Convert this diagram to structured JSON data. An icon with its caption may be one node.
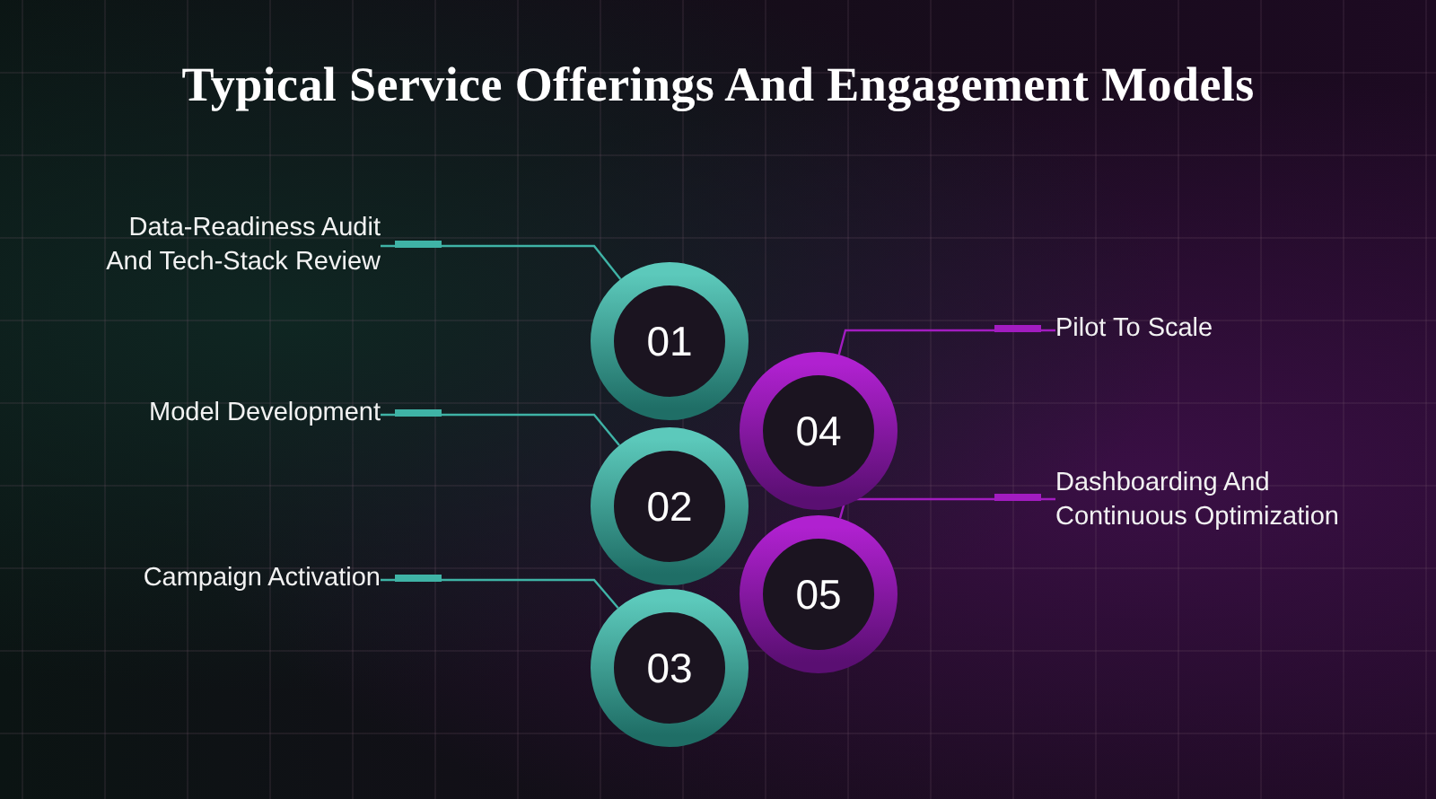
{
  "diagram": {
    "title": "Typical Service Offerings And Engagement Models",
    "nodes": [
      {
        "text": [
          "Data-Readiness Audit And Tech-Stack Review"
        ]
      },
      {
        "text": [
          "01"
        ]
      },
      {
        "text": [
          "Model Development"
        ]
      },
      {
        "text": [
          "02"
        ]
      },
      {
        "text": [
          "Campaign Activation"
        ]
      },
      {
        "text": [
          "03"
        ]
      },
      {
        "text": [
          "Pilot To Scale"
        ]
      },
      {
        "text": [
          "04"
        ]
      },
      {
        "text": [
          "Dashboarding And Continuous Optimization"
        ]
      },
      {
        "text": [
          "05"
        ]
      }
    ],
    "edges": [
      {
        "from": 0,
        "to": 1,
        "arrow": "none"
      },
      {
        "from": 2,
        "to": 3,
        "arrow": "none"
      },
      {
        "from": 4,
        "to": 5,
        "arrow": "none"
      },
      {
        "from": 6,
        "to": 7,
        "arrow": "none",
        "color": "#a21cc0"
      },
      {
        "from": 8,
        "to": 9,
        "arrow": "none",
        "color": "#a21cc0"
      }
    ]
  }
}
